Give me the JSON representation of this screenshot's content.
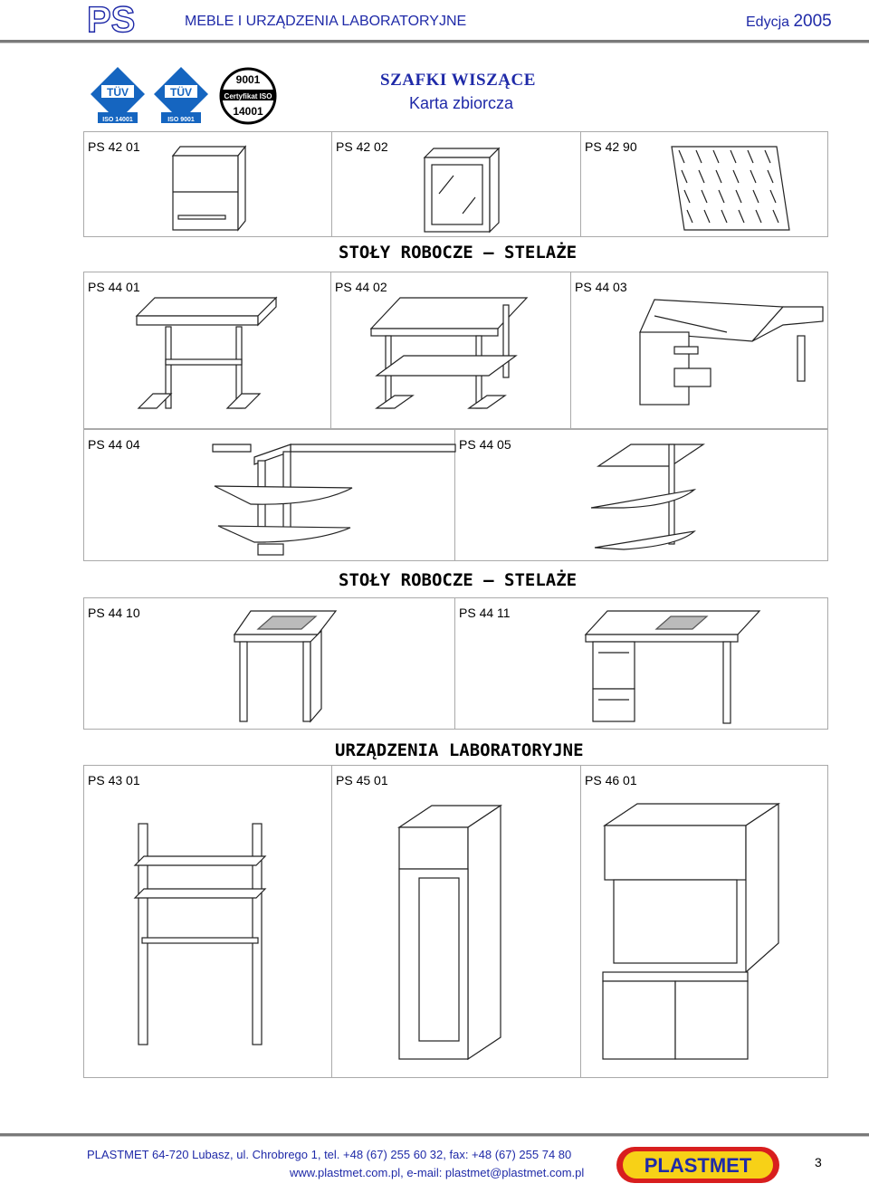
{
  "header": {
    "logo_text": "PS",
    "title": "MEBLE I URZĄDZENIA LABORATORYJNE",
    "edition_label": "Edycja",
    "edition_year": "2005"
  },
  "certs": [
    {
      "brand": "TÜV",
      "caption": "ISO 14001"
    },
    {
      "brand": "TÜV",
      "caption": "ISO 9001"
    },
    {
      "top": "9001",
      "middle": "Certyfikat ISO",
      "bottom": "14001"
    }
  ],
  "page_title": "SZAFKI WISZĄCE",
  "page_subtitle": "Karta zbiorcza",
  "row1": [
    "PS 42 01",
    "PS 42 02",
    "PS 42 90"
  ],
  "section1": "STOŁY ROBOCZE – STELAŻE",
  "row2": [
    "PS 44 01",
    "PS 44 02",
    "PS 44 03"
  ],
  "row3": [
    "PS 44 04",
    "PS 44 05"
  ],
  "section2": "STOŁY ROBOCZE – STELAŻE",
  "row4": [
    "PS 44 10",
    "PS 44 11"
  ],
  "section3": "URZĄDZENIA LABORATORYJNE",
  "row5": [
    "PS 43 01",
    "PS 45 01",
    "PS 46 01"
  ],
  "footer": {
    "address": "PLASTMET 64-720 Lubasz, ul. Chrobrego 1, tel. +48 (67) 255 60 32, fax: +48 (67) 255 74 80",
    "web": "www.plastmet.com.pl, e-mail: plastmet@plastmet.com.pl",
    "brand": "PLASTMET",
    "page_number": "3"
  },
  "colors": {
    "accent": "#1f2aa8",
    "cert_blue": "#1565c0",
    "brand_red": "#d81e1e",
    "brand_yellow": "#f7d117"
  }
}
